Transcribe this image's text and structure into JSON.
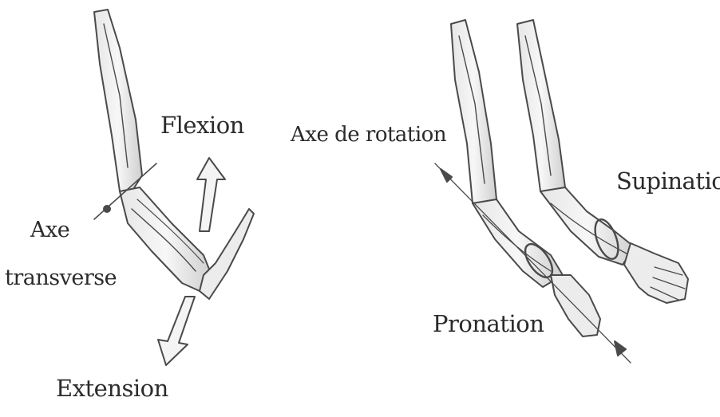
{
  "labels": {
    "flexion": "Flexion",
    "axe_transverse_line1": "Axe",
    "axe_transverse_line2": "transverse",
    "extension": "Extension",
    "axe_rotation": "Axe de rotation",
    "supination": "Supination",
    "pronation": "Pronation"
  },
  "colors": {
    "line": "#4a4a4a",
    "fill": "#f2f2f2",
    "shade": "#d9d9d9",
    "text": "#2b2b2b"
  }
}
